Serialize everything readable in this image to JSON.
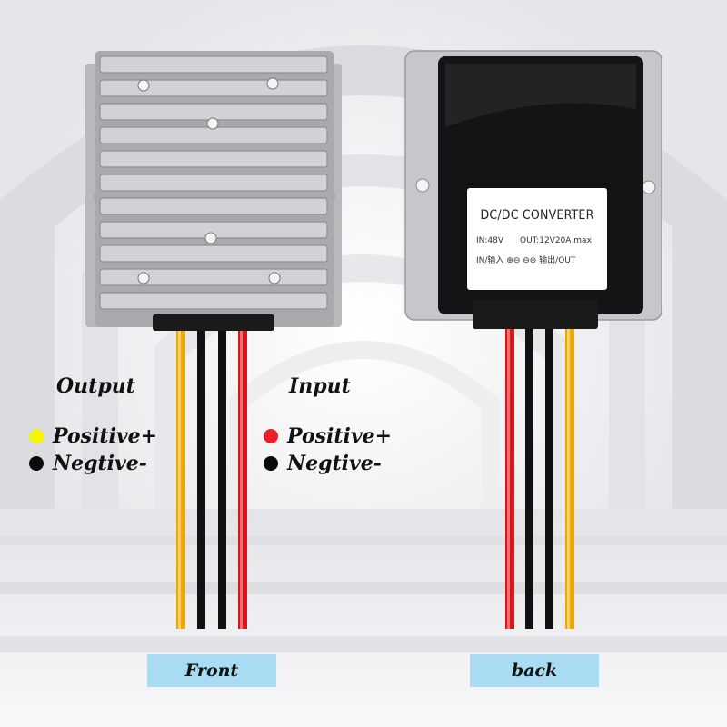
{
  "labels": {
    "output_heading": "Output",
    "input_heading": "Input",
    "output_positive": "Positive+",
    "output_negative": "Negtive-",
    "input_positive": "Positive+",
    "input_negative": "Negtive-",
    "front": "Front",
    "back": "back"
  },
  "sticker": {
    "title": "DC/DC CONVERTER",
    "input_spec": "IN:48V",
    "output_spec": "OUT:12V20A max",
    "polarity_line": "IN/输入 ⊕⊖  ⊖⊕ 输出/OUT"
  },
  "colors": {
    "output_positive_dot": "#f5f500",
    "input_positive_dot": "#e8202a",
    "negative_dot": "#0a0a0a",
    "tag_background": "#a9dbf3",
    "wire_yellow": "#f0a800",
    "wire_red": "#d8141c",
    "wire_black": "#111111"
  }
}
